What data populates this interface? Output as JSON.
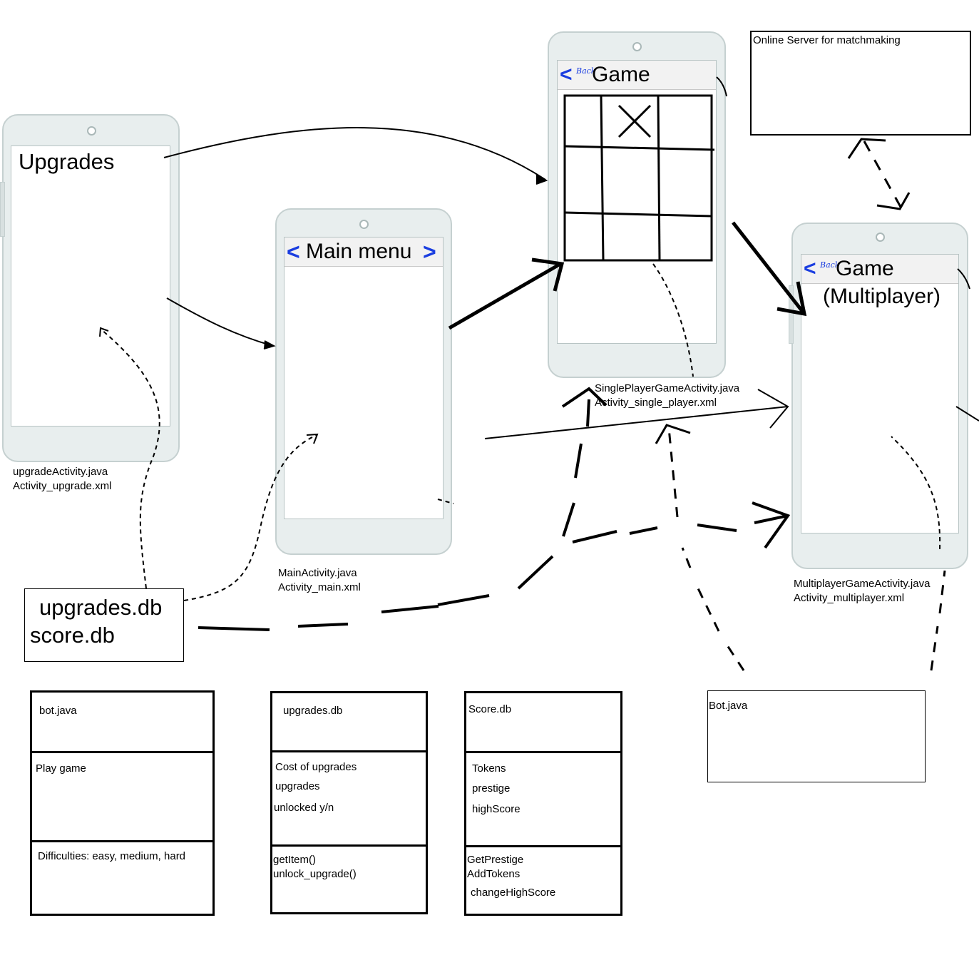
{
  "screens": {
    "upgrades": {
      "title": "Upgrades",
      "files": [
        "upgradeActivity.java",
        "Activity_upgrade.xml"
      ]
    },
    "main": {
      "title": "Main menu",
      "files": [
        "MainActivity.java",
        "Activity_main.xml"
      ]
    },
    "single": {
      "back": "Back",
      "title": "Game",
      "files": [
        "SinglePlayerGameActivity.java",
        "Activity_single_player.xml"
      ]
    },
    "multi": {
      "back": "Back",
      "title": "Game",
      "subtitle": "(Multiplayer)",
      "files": [
        "MultiplayerGameActivity.java",
        "Activity_multiplayer.xml"
      ]
    }
  },
  "server": {
    "label": "Online Server for matchmaking"
  },
  "db_box": {
    "line1": "upgrades.db",
    "line2": "score.db"
  },
  "bot_box": {
    "label": "Bot.java"
  },
  "classes": [
    {
      "name": "bot.java",
      "fields": [
        "Play game"
      ],
      "methods": [
        "Difficulties: easy, medium, hard"
      ]
    },
    {
      "name": "upgrades.db",
      "fields": [
        "Cost of upgrades",
        "upgrades",
        "unlocked y/n"
      ],
      "methods": [
        "getItem()",
        "unlock_upgrade()"
      ]
    },
    {
      "name": "Score.db",
      "fields": [
        "Tokens",
        "prestige",
        "highScore"
      ],
      "methods": [
        "GetPrestige",
        "AddTokens",
        "changeHighScore"
      ]
    }
  ],
  "colors": {
    "phone_body": "#e8eeee",
    "phone_border": "#c5d0d0",
    "back_arrow": "#1a3de0"
  }
}
